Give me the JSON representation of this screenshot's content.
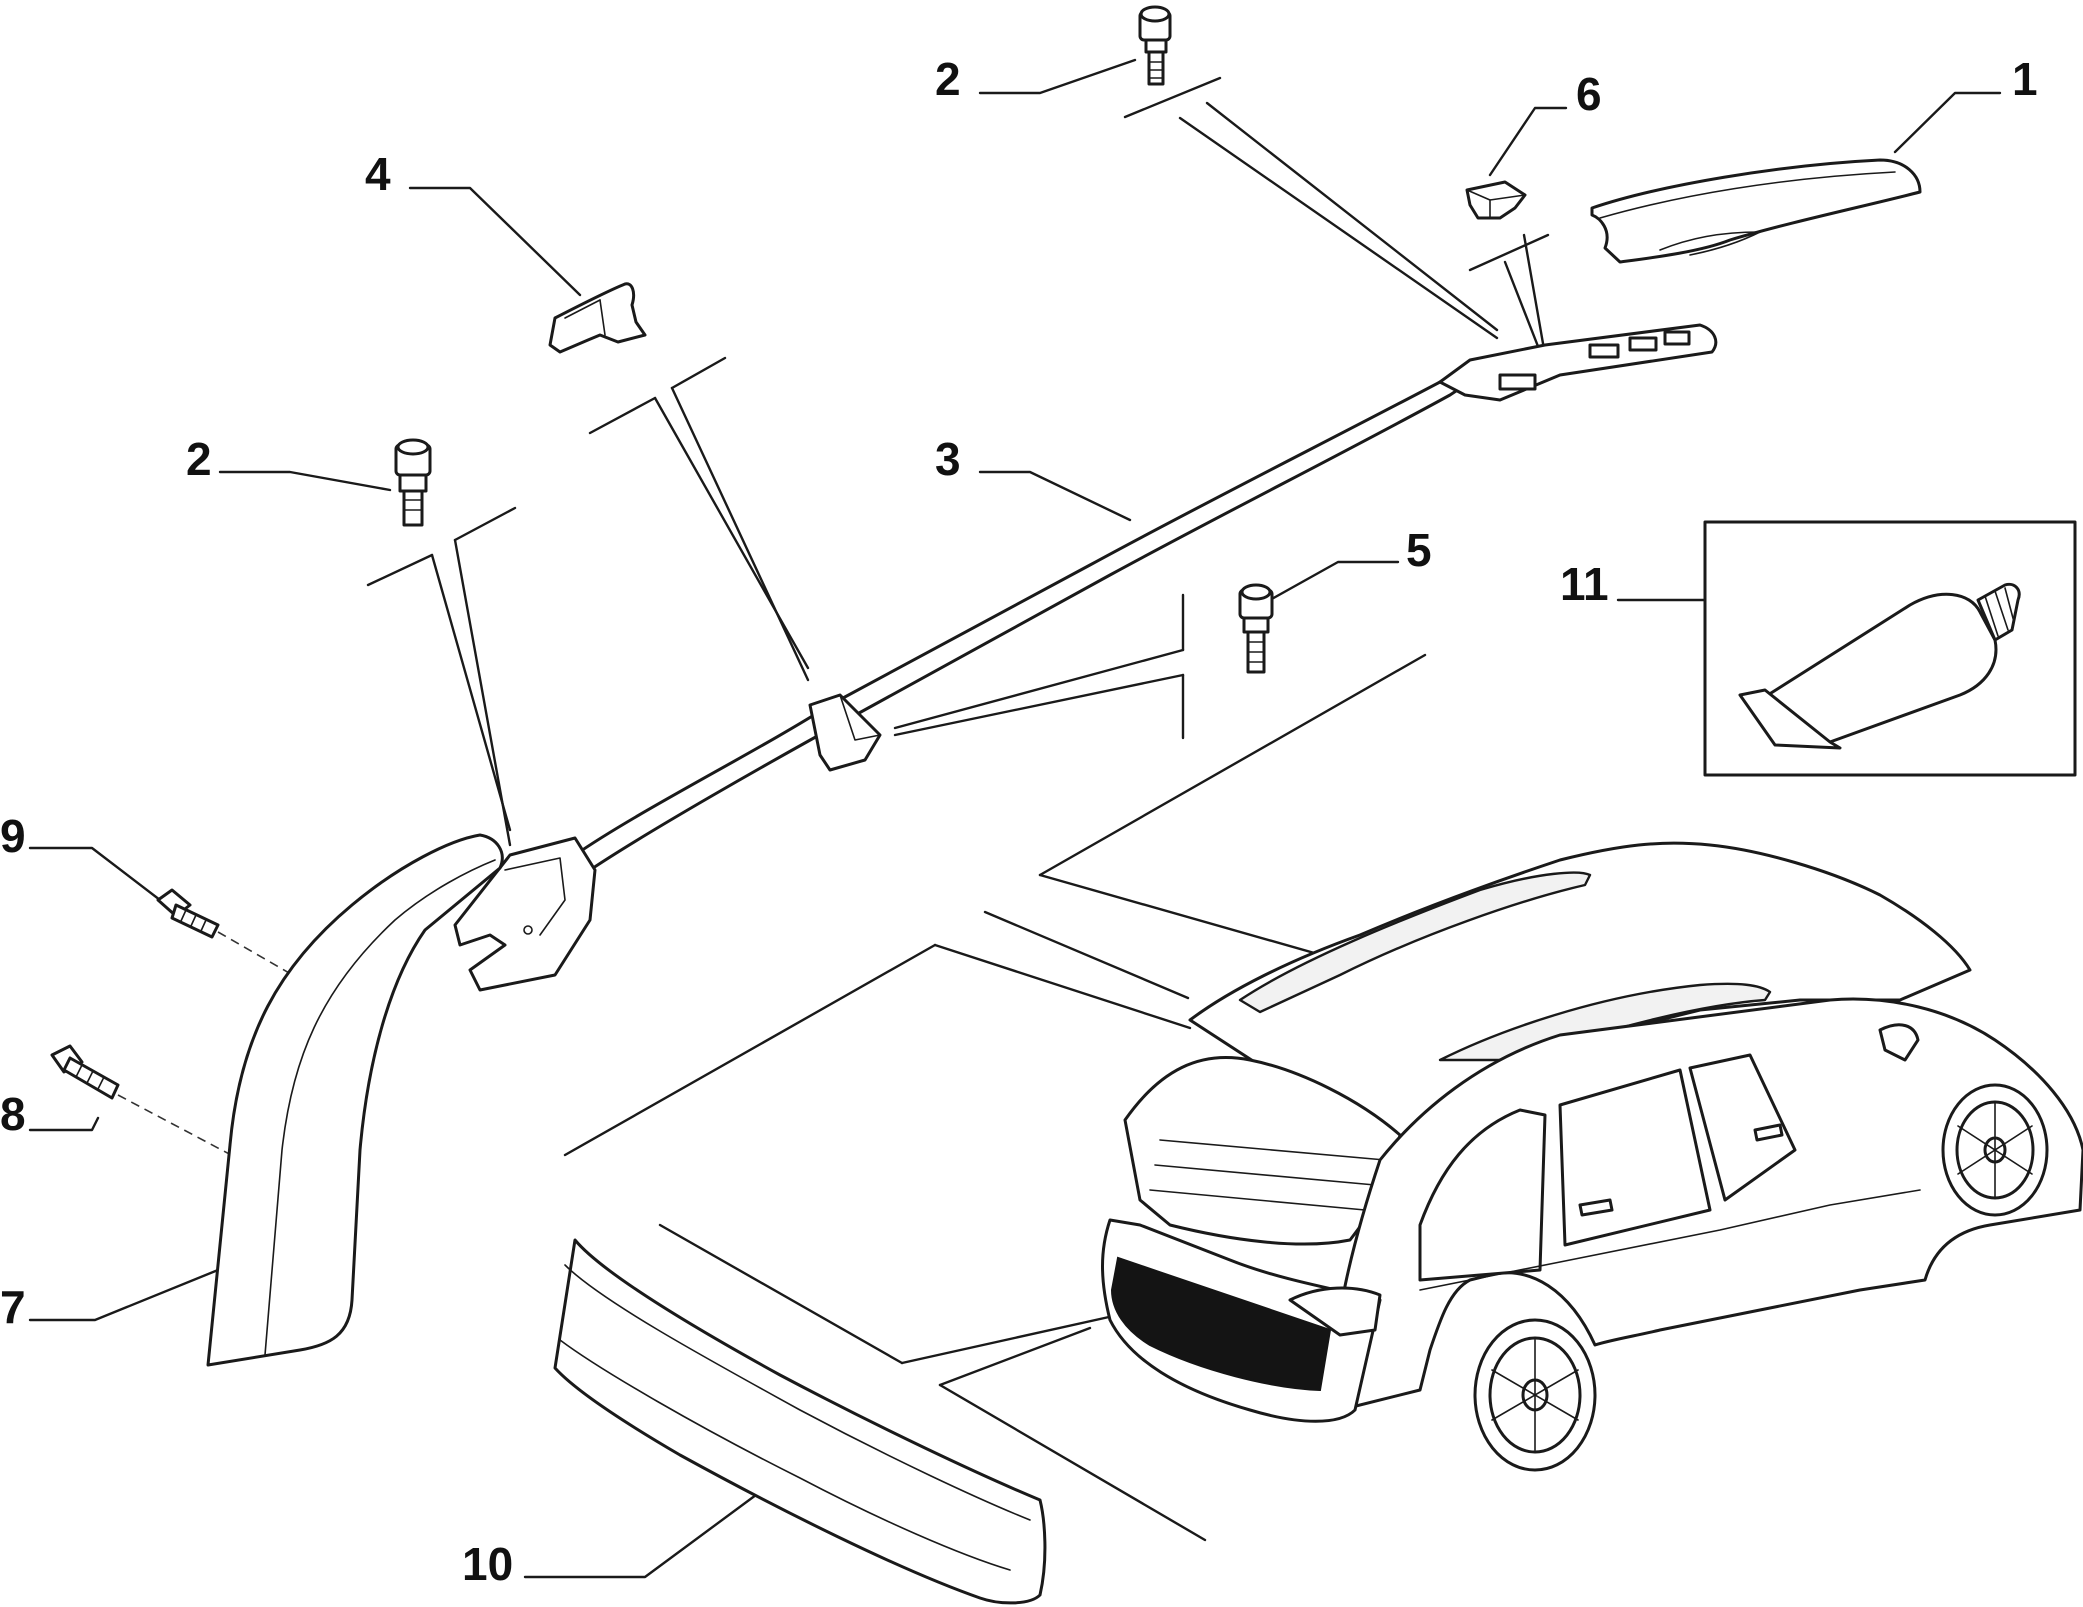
{
  "diagram": {
    "callouts": [
      {
        "id": "1",
        "label": "1"
      },
      {
        "id": "2a",
        "label": "2"
      },
      {
        "id": "2b",
        "label": "2"
      },
      {
        "id": "3",
        "label": "3"
      },
      {
        "id": "4",
        "label": "4"
      },
      {
        "id": "5",
        "label": "5"
      },
      {
        "id": "6",
        "label": "6"
      },
      {
        "id": "7",
        "label": "7"
      },
      {
        "id": "8",
        "label": "8"
      },
      {
        "id": "9",
        "label": "9"
      },
      {
        "id": "10",
        "label": "10"
      },
      {
        "id": "11",
        "label": "11"
      }
    ],
    "parts": [
      {
        "callout": "1",
        "icon": "roof-rail-end-cap-icon"
      },
      {
        "callout": "2",
        "icon": "bolt-icon"
      },
      {
        "callout": "3",
        "icon": "roof-rail-icon"
      },
      {
        "callout": "4",
        "icon": "rail-front-cap-icon"
      },
      {
        "callout": "5",
        "icon": "screw-icon"
      },
      {
        "callout": "6",
        "icon": "clip-icon"
      },
      {
        "callout": "7",
        "icon": "pillar-trim-icon"
      },
      {
        "callout": "8",
        "icon": "screw-icon"
      },
      {
        "callout": "9",
        "icon": "stud-icon"
      },
      {
        "callout": "10",
        "icon": "tailgate-trim-panel-icon"
      },
      {
        "callout": "11",
        "icon": "adhesive-tube-icon"
      }
    ]
  }
}
